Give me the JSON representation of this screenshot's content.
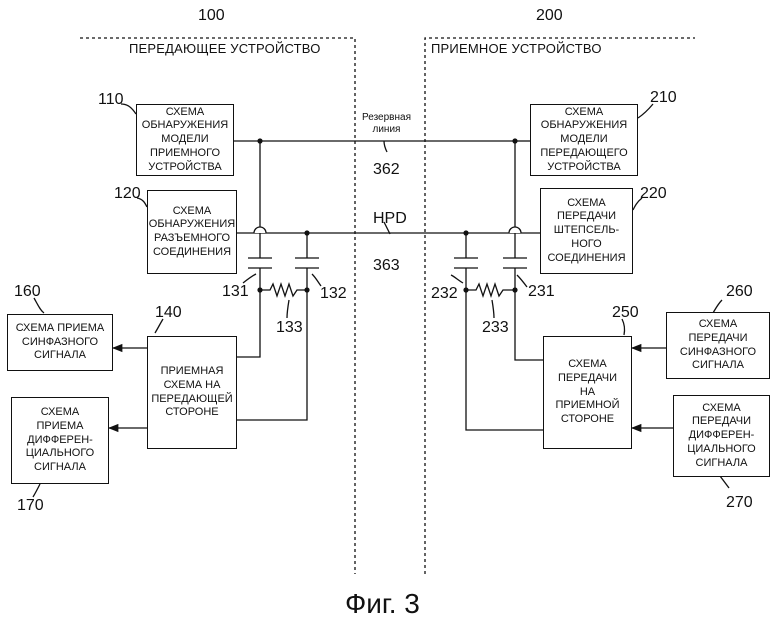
{
  "figure_caption": "Фиг. 3",
  "devices": {
    "transmitter": {
      "ref": "100",
      "title": "ПЕРЕДАЮЩЕЕ УСТРОЙСТВО"
    },
    "receiver": {
      "ref": "200",
      "title": "ПРИЕМНОЕ УСТРОЙСТВО"
    }
  },
  "lines": {
    "reserve": {
      "label": "Резервная\nлиния",
      "ref": "362"
    },
    "hpd": {
      "label": "HPD",
      "ref": "363"
    }
  },
  "blocks": {
    "b110": {
      "ref": "110",
      "text": "СХЕМА\nОБНАРУЖЕНИЯ\nМОДЕЛИ\nПРИЕМНОГО\nУСТРОЙСТВА"
    },
    "b120": {
      "ref": "120",
      "text": "СХЕМА\nОБНАРУЖЕНИЯ\nРАЗЪЕМНОГО\nСОЕДИНЕНИЯ"
    },
    "b140": {
      "ref": "140",
      "text": "ПРИЕМНАЯ\nСХЕМА НА\nПЕРЕДАЮЩЕЙ\nСТОРОНЕ"
    },
    "b160": {
      "ref": "160",
      "text": "СХЕМА ПРИЕМА\nСИНФАЗНОГО\nСИГНАЛА"
    },
    "b170": {
      "ref": "170",
      "text": "СХЕМА\nПРИЕМА\nДИФФЕРЕН-\nЦИАЛЬНОГО\nСИГНАЛА"
    },
    "b210": {
      "ref": "210",
      "text": "СХЕМА\nОБНАРУЖЕНИЯ\nМОДЕЛИ\nПЕРЕДАЮЩЕГО\nУСТРОЙСТВА"
    },
    "b220": {
      "ref": "220",
      "text": "СХЕМА\nПЕРЕДАЧИ\nШТЕПСЕЛЬ-\nНОГО\nСОЕДИНЕНИЯ"
    },
    "b250": {
      "ref": "250",
      "text": "СХЕМА\nПЕРЕДАЧИ\nНА\nПРИЕМНОЙ\nСТОРОНЕ"
    },
    "b260": {
      "ref": "260",
      "text": "СХЕМА\nПЕРЕДАЧИ\nСИНФАЗНОГО\nСИГНАЛА"
    },
    "b270": {
      "ref": "270",
      "text": "СХЕМА\nПЕРЕДАЧИ\nДИФФЕРЕН-\nЦИАЛЬНОГО\nСИГНАЛА"
    }
  },
  "components": {
    "c131": "131",
    "c132": "132",
    "r133": "133",
    "c231": "231",
    "c232": "232",
    "r233": "233"
  }
}
